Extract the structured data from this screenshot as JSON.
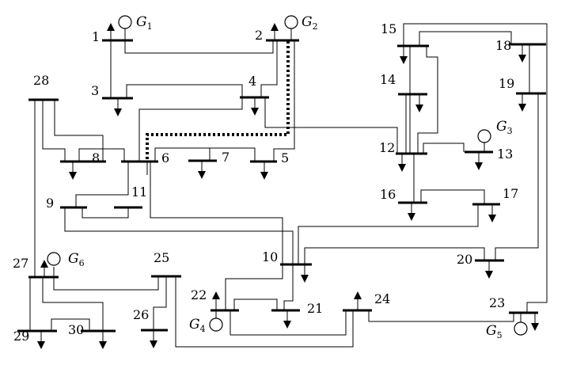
{
  "diagram": {
    "buses": [
      {
        "id": "1",
        "label": "1"
      },
      {
        "id": "2",
        "label": "2"
      },
      {
        "id": "3",
        "label": "3"
      },
      {
        "id": "4",
        "label": "4"
      },
      {
        "id": "5",
        "label": "5"
      },
      {
        "id": "6",
        "label": "6"
      },
      {
        "id": "7",
        "label": "7"
      },
      {
        "id": "8",
        "label": "8"
      },
      {
        "id": "9",
        "label": "9"
      },
      {
        "id": "10",
        "label": "10"
      },
      {
        "id": "11",
        "label": "11"
      },
      {
        "id": "12",
        "label": "12"
      },
      {
        "id": "13",
        "label": "13"
      },
      {
        "id": "14",
        "label": "14"
      },
      {
        "id": "15",
        "label": "15"
      },
      {
        "id": "16",
        "label": "16"
      },
      {
        "id": "17",
        "label": "17"
      },
      {
        "id": "18",
        "label": "18"
      },
      {
        "id": "19",
        "label": "19"
      },
      {
        "id": "20",
        "label": "20"
      },
      {
        "id": "21",
        "label": "21"
      },
      {
        "id": "22",
        "label": "22"
      },
      {
        "id": "23",
        "label": "23"
      },
      {
        "id": "24",
        "label": "24"
      },
      {
        "id": "25",
        "label": "25"
      },
      {
        "id": "26",
        "label": "26"
      },
      {
        "id": "27",
        "label": "27"
      },
      {
        "id": "28",
        "label": "28"
      },
      {
        "id": "29",
        "label": "29"
      },
      {
        "id": "30",
        "label": "30"
      }
    ],
    "generators": [
      {
        "id": "G1",
        "letter": "G",
        "sub": "1",
        "bus": "1"
      },
      {
        "id": "G2",
        "letter": "G",
        "sub": "2",
        "bus": "2"
      },
      {
        "id": "G3",
        "letter": "G",
        "sub": "3",
        "bus": "13"
      },
      {
        "id": "G4",
        "letter": "G",
        "sub": "4",
        "bus": "22"
      },
      {
        "id": "G5",
        "letter": "G",
        "sub": "5",
        "bus": "23"
      },
      {
        "id": "G6",
        "letter": "G",
        "sub": "6",
        "bus": "27"
      }
    ],
    "highlighted_path": [
      "2",
      "6"
    ]
  }
}
